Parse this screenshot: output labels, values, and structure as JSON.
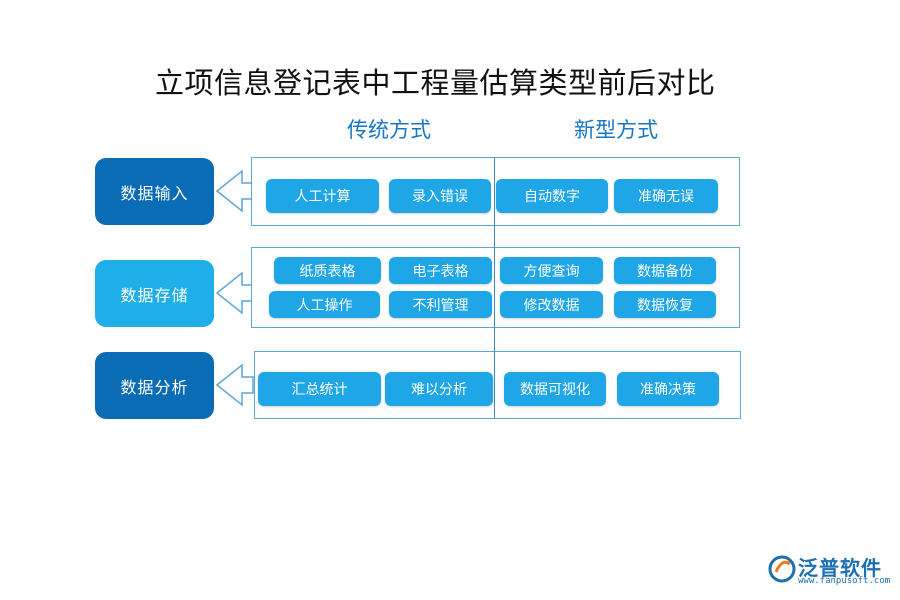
{
  "title": "立项信息登记表中工程量估算类型前后对比",
  "columns": {
    "traditional": "传统方式",
    "new": "新型方式"
  },
  "rows": [
    {
      "label": "数据输入",
      "traditional": [
        "人工计算",
        "录入错误"
      ],
      "new": [
        "自动数字",
        "准确无误"
      ]
    },
    {
      "label": "数据存储",
      "traditional": [
        "纸质表格",
        "电子表格",
        "人工操作",
        "不利管理"
      ],
      "new": [
        "方便查询",
        "数据备份",
        "修改数据",
        "数据恢复"
      ]
    },
    {
      "label": "数据分析",
      "traditional": [
        "汇总统计",
        "难以分析"
      ],
      "new": [
        "数据可视化",
        "准确决策"
      ]
    }
  ],
  "logo": {
    "name": "泛普软件",
    "url": "www.fanpusoft.com"
  },
  "colors": {
    "dark_blue": "#0a6cb5",
    "light_blue": "#1eaee8",
    "pill_blue": "#1ea6e6",
    "heading_blue": "#1577c4",
    "panel_border": "#5aa6d6"
  }
}
